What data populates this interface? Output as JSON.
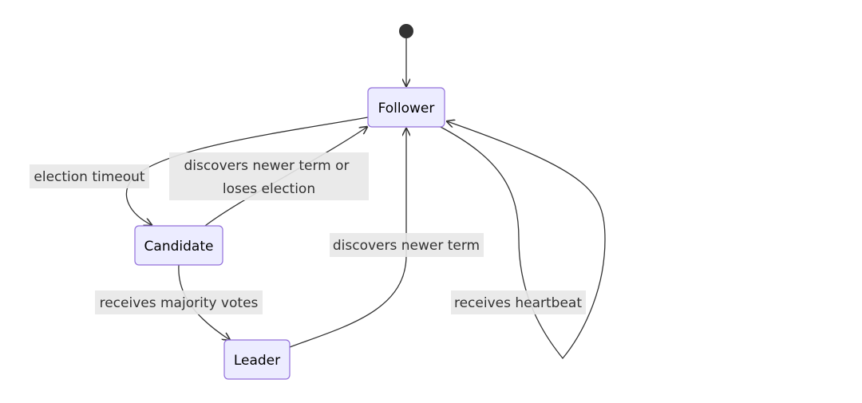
{
  "diagram": {
    "type": "state-diagram",
    "states": {
      "follower": "Follower",
      "candidate": "Candidate",
      "leader": "Leader"
    },
    "transitions": {
      "election_timeout": "election timeout",
      "discovers_newer_term_or_loses_line1": "discovers newer term or",
      "discovers_newer_term_or_loses_line2": "loses election",
      "receives_majority_votes": "receives majority votes",
      "discovers_newer_term": "discovers newer term",
      "receives_heartbeat": "receives heartbeat"
    },
    "colors": {
      "state_fill": "#ECECFF",
      "state_stroke": "#9370DB",
      "edge": "#333333",
      "label_background": "#e8e8e8"
    }
  }
}
